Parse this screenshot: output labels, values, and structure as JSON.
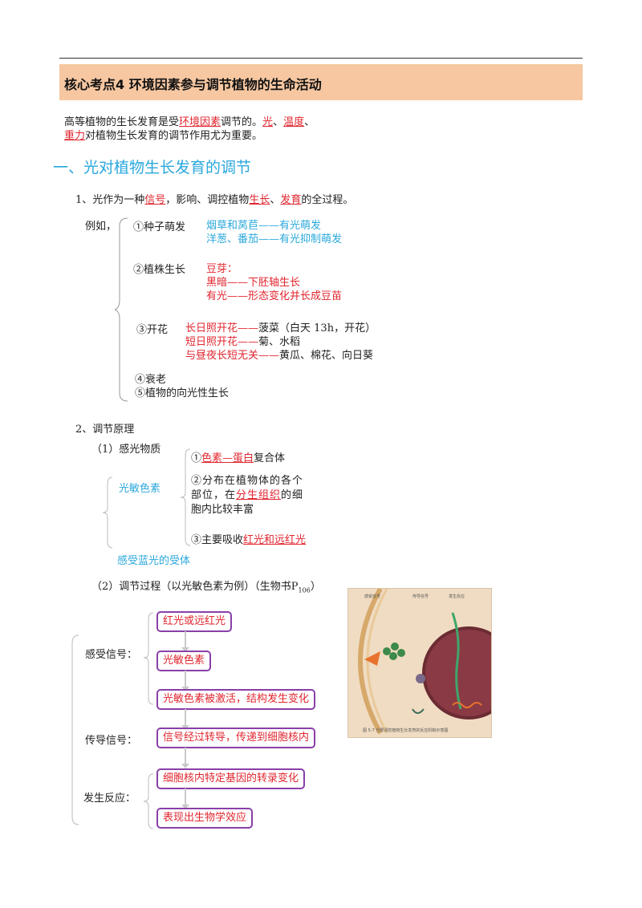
{
  "title": "核心考点4  环境因素参与调节植物的生命活动",
  "intro": {
    "p1": "高等植物的生长发育是受",
    "k1": "环境因素",
    "p2": "调节的。",
    "k2": "光",
    "p3": "、",
    "k3": "温度",
    "p4": "、",
    "k4": "重力",
    "p5": "对植物生长发育的调节作用尤为重要。"
  },
  "section1": {
    "heading": "一、光对植物生长发育的调节",
    "point1": {
      "p1": "1、光作为一种",
      "k1": "信号",
      "p2": "，影响、调控植物",
      "k2": "生长",
      "p3": "、",
      "k3": "发育",
      "p4": "的全过程。"
    },
    "example_label": "例如，",
    "items": {
      "seed": "①种子萌发",
      "seed_a": "烟草和莴苣——有光萌发",
      "seed_b": "洋葱、番茄——有光抑制萌发",
      "plant": "②植株生长",
      "plant_a": "豆芽：",
      "plant_b": "黑暗——下胚轴生长",
      "plant_c": "有光——形态变化并长成豆苗",
      "flower": "③开花",
      "flower_a_k": "长日照开花——",
      "flower_a_t": "菠菜（白天 13h，开花）",
      "flower_b_k": "短日照开花——",
      "flower_b_t": "菊、水稻",
      "flower_c_k": "与昼夜长短无关——",
      "flower_c_t": "黄瓜、棉花、向日葵",
      "aging": "④衰老",
      "phototropism": "⑤植物的向光性生长"
    },
    "point2": {
      "heading": "2、调节原理",
      "sub1": "（1）感光物质",
      "phytochrome": "光敏色素",
      "pc1_pre": "①",
      "pc1_k": "色素—蛋白",
      "pc1_post": "复合体",
      "pc2_l1": "②分布在植物体的各个",
      "pc2_l2_pre": "部位，在",
      "pc2_l2_k": "分生组织",
      "pc2_l2_post": "的细",
      "pc2_l3": "胞内比较丰富",
      "pc3_pre": "③主要吸收",
      "pc3_k": "红光和远红光",
      "blue_receptor": "感受蓝光的受体",
      "sub2_pre": "（2）调节过程（以光敏色素为例）（生物书P",
      "sub2_sub": "106",
      "sub2_post": "）"
    },
    "process": {
      "stage1": "感受信号：",
      "stage2": "传导信号：",
      "stage3": "发生反应：",
      "box1": "红光或远红光",
      "box2": "光敏色素",
      "box3": "光敏色素被激活，结构发生变化",
      "box4": "信号经过转导，传递到细胞核内",
      "box5": "细胞核内特定基因的转录变化",
      "box6": "表现出生物学效应"
    },
    "figure": {
      "label_a": "感受信号",
      "label_b": "传导信号",
      "label_c": "发生反应",
      "caption": "图 5-7  光照调控植物生长发育的反应机制示意图"
    }
  },
  "colors": {
    "accent_red": "#e0262f",
    "accent_blue": "#2aa8dc",
    "banner": "#f6c7a1",
    "box_border": "#8a3fa8"
  }
}
